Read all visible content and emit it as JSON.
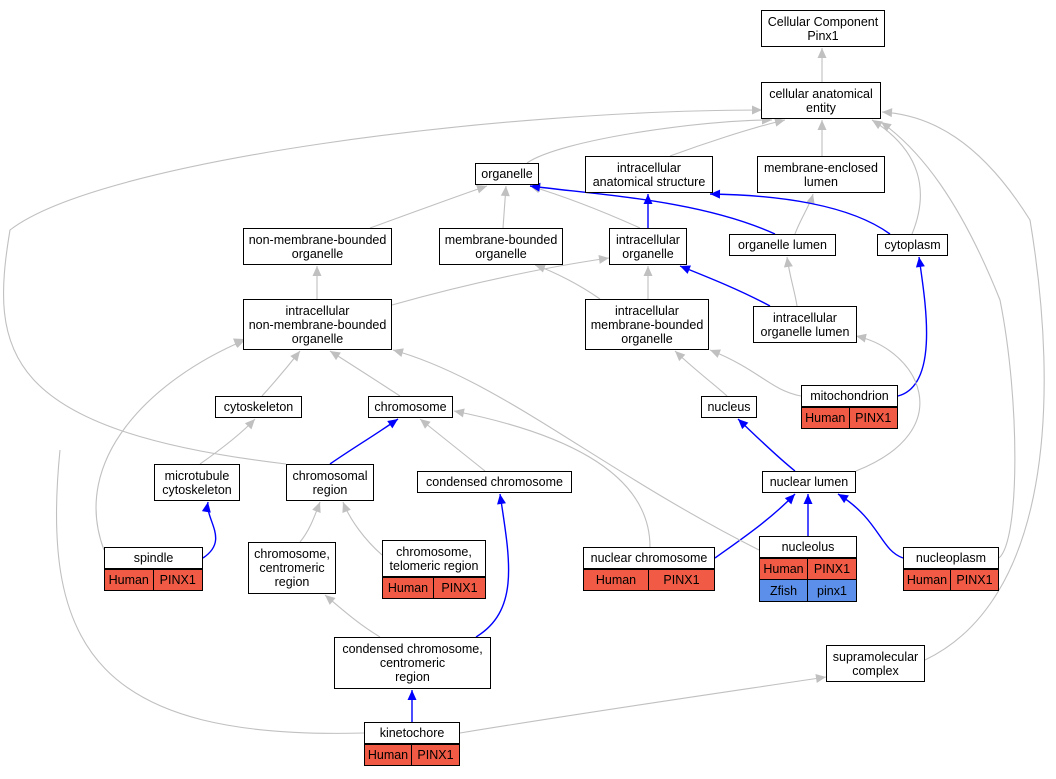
{
  "diagram": {
    "nodes": [
      {
        "id": "root",
        "label": "Cellular Component\nPinx1"
      },
      {
        "id": "cae",
        "label": "cellular anatomical\nentity"
      },
      {
        "id": "organelle",
        "label": "organelle"
      },
      {
        "id": "ias",
        "label": "intracellular\nanatomical structure"
      },
      {
        "id": "mel",
        "label": "membrane-enclosed\nlumen"
      },
      {
        "id": "nmbo",
        "label": "non-membrane-bounded\norganelle"
      },
      {
        "id": "mbo",
        "label": "membrane-bounded\norganelle"
      },
      {
        "id": "io",
        "label": "intracellular\norganelle"
      },
      {
        "id": "ol",
        "label": "organelle lumen"
      },
      {
        "id": "cytoplasm",
        "label": "cytoplasm"
      },
      {
        "id": "inmbo",
        "label": "intracellular\nnon-membrane-bounded\norganelle"
      },
      {
        "id": "imbo",
        "label": "intracellular\nmembrane-bounded\norganelle"
      },
      {
        "id": "iol",
        "label": "intracellular\norganelle lumen"
      },
      {
        "id": "mito",
        "label": "mitochondrion"
      },
      {
        "id": "cytoskeleton",
        "label": "cytoskeleton"
      },
      {
        "id": "chromosome",
        "label": "chromosome"
      },
      {
        "id": "nucleus",
        "label": "nucleus"
      },
      {
        "id": "mtc",
        "label": "microtubule\ncytoskeleton"
      },
      {
        "id": "chrreg",
        "label": "chromosomal\nregion"
      },
      {
        "id": "condchr",
        "label": "condensed chromosome"
      },
      {
        "id": "nuclum",
        "label": "nuclear lumen"
      },
      {
        "id": "spindle",
        "label": "spindle"
      },
      {
        "id": "chrcen",
        "label": "chromosome,\ncentromeric\nregion"
      },
      {
        "id": "chrtel",
        "label": "chromosome,\ntelomeric region"
      },
      {
        "id": "nucchr",
        "label": "nuclear chromosome"
      },
      {
        "id": "nucleolus",
        "label": "nucleolus"
      },
      {
        "id": "nucleoplasm",
        "label": "nucleoplasm"
      },
      {
        "id": "ccc",
        "label": "condensed chromosome,\ncentromeric\nregion"
      },
      {
        "id": "supra",
        "label": "supramolecular\ncomplex"
      },
      {
        "id": "kinetochore",
        "label": "kinetochore"
      }
    ],
    "annotations": [
      {
        "node": "mito",
        "rows": [
          {
            "species": "Human",
            "gene": "PINX1"
          }
        ]
      },
      {
        "node": "spindle",
        "rows": [
          {
            "species": "Human",
            "gene": "PINX1"
          }
        ]
      },
      {
        "node": "chrtel",
        "rows": [
          {
            "species": "Human",
            "gene": "PINX1"
          }
        ]
      },
      {
        "node": "nucchr",
        "rows": [
          {
            "species": "Human",
            "gene": "PINX1"
          }
        ]
      },
      {
        "node": "nucleolus",
        "rows": [
          {
            "species": "Human",
            "gene": "PINX1"
          },
          {
            "species": "Zfish",
            "gene": "pinx1"
          }
        ]
      },
      {
        "node": "nucleoplasm",
        "rows": [
          {
            "species": "Human",
            "gene": "PINX1"
          }
        ]
      },
      {
        "node": "kinetochore",
        "rows": [
          {
            "species": "Human",
            "gene": "PINX1"
          }
        ]
      }
    ],
    "edges": [
      {
        "from": "cae",
        "to": "root",
        "color": "gray"
      },
      {
        "from": "organelle",
        "to": "cae",
        "color": "gray"
      },
      {
        "from": "ias",
        "to": "cae",
        "color": "gray"
      },
      {
        "from": "mel",
        "to": "cae",
        "color": "gray"
      },
      {
        "from": "cytoplasm",
        "to": "cae",
        "color": "gray"
      },
      {
        "from": "nmbo",
        "to": "organelle",
        "color": "gray"
      },
      {
        "from": "mbo",
        "to": "organelle",
        "color": "gray"
      },
      {
        "from": "io",
        "to": "organelle",
        "color": "gray"
      },
      {
        "from": "io",
        "to": "ias",
        "color": "blue"
      },
      {
        "from": "ol",
        "to": "organelle",
        "color": "blue"
      },
      {
        "from": "ol",
        "to": "mel",
        "color": "gray"
      },
      {
        "from": "cytoplasm",
        "to": "ias",
        "color": "blue"
      },
      {
        "from": "inmbo",
        "to": "nmbo",
        "color": "gray"
      },
      {
        "from": "inmbo",
        "to": "io",
        "color": "gray"
      },
      {
        "from": "imbo",
        "to": "mbo",
        "color": "gray"
      },
      {
        "from": "imbo",
        "to": "io",
        "color": "gray"
      },
      {
        "from": "iol",
        "to": "io",
        "color": "blue"
      },
      {
        "from": "iol",
        "to": "ol",
        "color": "gray"
      },
      {
        "from": "mito",
        "to": "imbo",
        "color": "gray"
      },
      {
        "from": "mito",
        "to": "cytoplasm",
        "color": "blue"
      },
      {
        "from": "cytoskeleton",
        "to": "inmbo",
        "color": "gray"
      },
      {
        "from": "chromosome",
        "to": "inmbo",
        "color": "gray"
      },
      {
        "from": "nucleus",
        "to": "imbo",
        "color": "gray"
      },
      {
        "from": "mtc",
        "to": "cytoskeleton",
        "color": "gray"
      },
      {
        "from": "chrreg",
        "to": "chromosome",
        "color": "blue"
      },
      {
        "from": "chrreg",
        "to": "cae",
        "color": "gray"
      },
      {
        "from": "condchr",
        "to": "chromosome",
        "color": "gray"
      },
      {
        "from": "nuclum",
        "to": "nucleus",
        "color": "blue"
      },
      {
        "from": "nuclum",
        "to": "iol",
        "color": "gray"
      },
      {
        "from": "spindle",
        "to": "mtc",
        "color": "blue"
      },
      {
        "from": "spindle",
        "to": "inmbo",
        "color": "gray"
      },
      {
        "from": "chrcen",
        "to": "chrreg",
        "color": "gray"
      },
      {
        "from": "chrtel",
        "to": "chrreg",
        "color": "gray"
      },
      {
        "from": "nucchr",
        "to": "nuclum",
        "color": "blue"
      },
      {
        "from": "nucchr",
        "to": "chromosome",
        "color": "gray"
      },
      {
        "from": "nucleolus",
        "to": "nuclum",
        "color": "blue"
      },
      {
        "from": "nucleolus",
        "to": "inmbo",
        "color": "gray"
      },
      {
        "from": "nucleoplasm",
        "to": "nuclum",
        "color": "blue"
      },
      {
        "from": "nucleoplasm",
        "to": "cae",
        "color": "gray"
      },
      {
        "from": "ccc",
        "to": "chrcen",
        "color": "gray"
      },
      {
        "from": "ccc",
        "to": "condchr",
        "color": "blue"
      },
      {
        "from": "supra",
        "to": "cae",
        "color": "gray"
      },
      {
        "from": "kinetochore",
        "to": "ccc",
        "color": "blue"
      },
      {
        "from": "kinetochore",
        "to": "supra",
        "color": "gray"
      },
      {
        "from": "kinetochore",
        "to": "inmbo",
        "color": "gray"
      }
    ],
    "colors": {
      "gray": "#c0c0c0",
      "blue": "#0000ff",
      "human": "#f15b45",
      "zfish": "#5b8fea"
    }
  }
}
